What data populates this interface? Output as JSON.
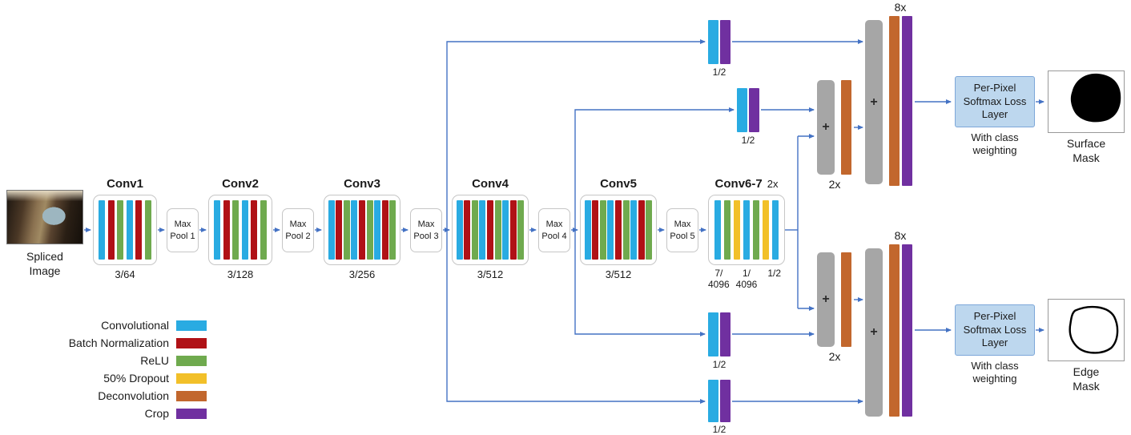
{
  "colors": {
    "conv": "#29abe2",
    "batch_norm": "#b01116",
    "relu": "#6faa4e",
    "dropout": "#f2c029",
    "deconv": "#c2672d",
    "crop": "#7030a0",
    "fusion_gray": "#a6a6a6",
    "arrow": "#4472c4",
    "loss_fill": "#bdd7ee",
    "loss_border": "#7da7d9"
  },
  "input": {
    "label": "Spliced Image"
  },
  "conv_blocks": [
    {
      "name": "Conv1",
      "caption": "3/64",
      "layers": [
        "conv",
        "batch_norm",
        "relu",
        "conv",
        "batch_norm",
        "relu"
      ]
    },
    {
      "name": "Conv2",
      "caption": "3/128",
      "layers": [
        "conv",
        "batch_norm",
        "relu",
        "conv",
        "batch_norm",
        "relu"
      ]
    },
    {
      "name": "Conv3",
      "caption": "3/256",
      "layers": [
        "conv",
        "batch_norm",
        "relu",
        "conv",
        "batch_norm",
        "relu",
        "conv",
        "batch_norm",
        "relu"
      ]
    },
    {
      "name": "Conv4",
      "caption": "3/512",
      "layers": [
        "conv",
        "batch_norm",
        "relu",
        "conv",
        "batch_norm",
        "relu",
        "conv",
        "batch_norm",
        "relu"
      ]
    },
    {
      "name": "Conv5",
      "caption": "3/512",
      "layers": [
        "conv",
        "batch_norm",
        "relu",
        "conv",
        "batch_norm",
        "relu",
        "conv",
        "batch_norm",
        "relu"
      ]
    },
    {
      "name": "Conv6-7",
      "scale": "2x",
      "captions": [
        "7/\n4096",
        "1/\n4096",
        "1/2"
      ],
      "layers": [
        "conv",
        "relu",
        "dropout",
        "conv",
        "relu",
        "dropout",
        "conv"
      ]
    }
  ],
  "pools": [
    {
      "label": "Max Pool 1"
    },
    {
      "label": "Max Pool 2"
    },
    {
      "label": "Max Pool 3"
    },
    {
      "label": "Max Pool 4"
    },
    {
      "label": "Max Pool 5"
    }
  ],
  "skip_bars": [
    {
      "label": "1/2",
      "layers": [
        "conv",
        "crop"
      ]
    },
    {
      "label": "1/2",
      "layers": [
        "conv",
        "crop"
      ]
    },
    {
      "label": "1/2",
      "layers": [
        "conv",
        "crop"
      ]
    },
    {
      "label": "1/2",
      "layers": [
        "conv",
        "crop"
      ]
    }
  ],
  "fusion": {
    "plus": "+",
    "upsample_2x": "2x",
    "upsample_8x": "8x"
  },
  "loss": {
    "label": "Per-Pixel Softmax Loss Layer",
    "note": "With class weighting"
  },
  "outputs": [
    {
      "label": "Surface Mask"
    },
    {
      "label": "Edge Mask"
    }
  ],
  "legend": {
    "items": [
      {
        "label": "Convolutional",
        "type": "conv"
      },
      {
        "label": "Batch Normalization",
        "type": "batch_norm"
      },
      {
        "label": "ReLU",
        "type": "relu"
      },
      {
        "label": "50% Dropout",
        "type": "dropout"
      },
      {
        "label": "Deconvolution",
        "type": "deconv"
      },
      {
        "label": "Crop",
        "type": "crop"
      }
    ]
  }
}
